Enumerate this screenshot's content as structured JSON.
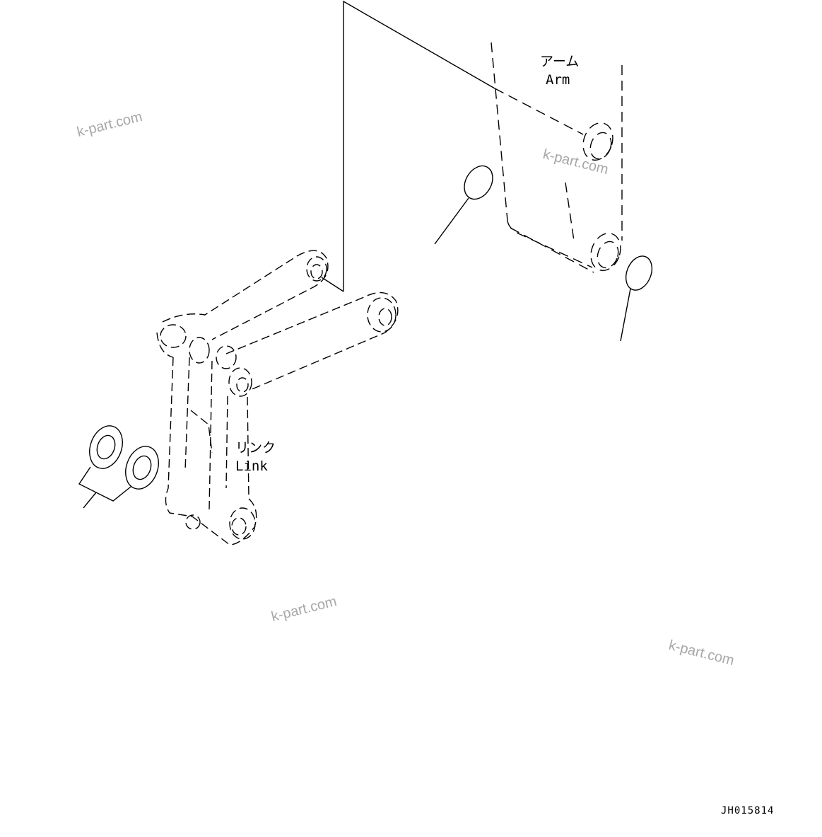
{
  "labels": {
    "arm_jp": "アーム",
    "arm_en": "Arm",
    "link_jp": "リンク",
    "link_en": "Link"
  },
  "watermarks": [
    "k-part.com",
    "k-part.com",
    "k-part.com",
    "k-part.com"
  ],
  "drawing_code": "JH015814",
  "colors": {
    "line": "#000000",
    "watermark": "#8a8a8a",
    "background": "#ffffff"
  }
}
